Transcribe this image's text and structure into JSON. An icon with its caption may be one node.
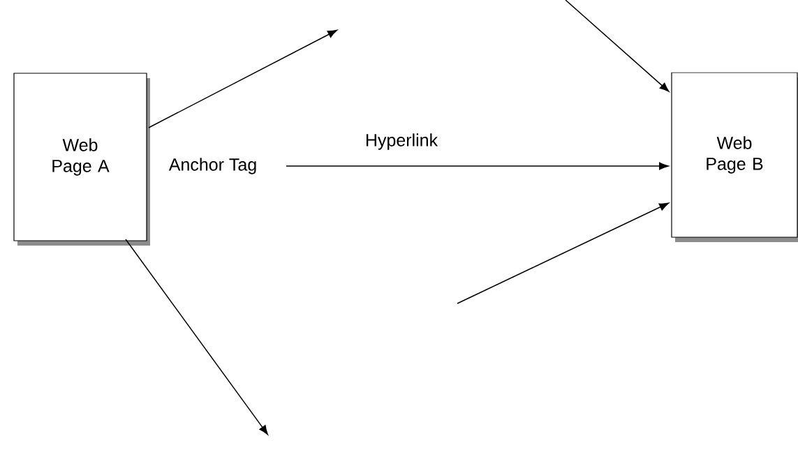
{
  "diagram": {
    "nodes": [
      {
        "text": [
          "Web Page A"
        ]
      },
      {
        "text": [
          "Web Page B"
        ]
      },
      {
        "text": [
          "Anchor Tag"
        ]
      }
    ],
    "edges": [
      {
        "from": 0,
        "to": null,
        "arrow": "to"
      },
      {
        "from": null,
        "to": 1,
        "arrow": "to"
      },
      {
        "from": 2,
        "to": 1,
        "arrow": "to",
        "label": "Hyperlink"
      },
      {
        "from": null,
        "to": 1,
        "arrow": "to"
      },
      {
        "from": 0,
        "to": null,
        "arrow": "to"
      }
    ]
  }
}
